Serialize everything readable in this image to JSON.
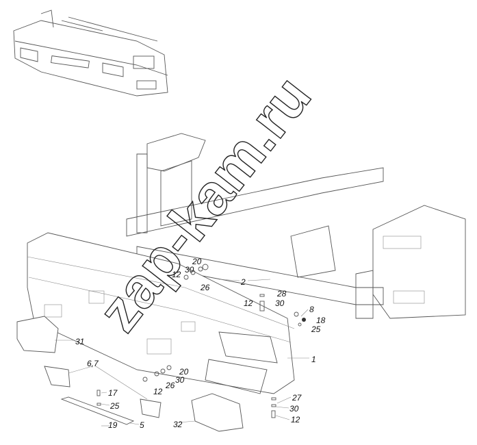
{
  "watermark": "zap-kam.ru",
  "callouts": [
    "20",
    "30",
    "12",
    "26",
    "2",
    "28",
    "30",
    "12",
    "8",
    "18",
    "25",
    "31",
    "1",
    "6,7",
    "20",
    "30",
    "26",
    "12",
    "17",
    "27",
    "25",
    "30",
    "12",
    "32",
    "19",
    "5"
  ]
}
